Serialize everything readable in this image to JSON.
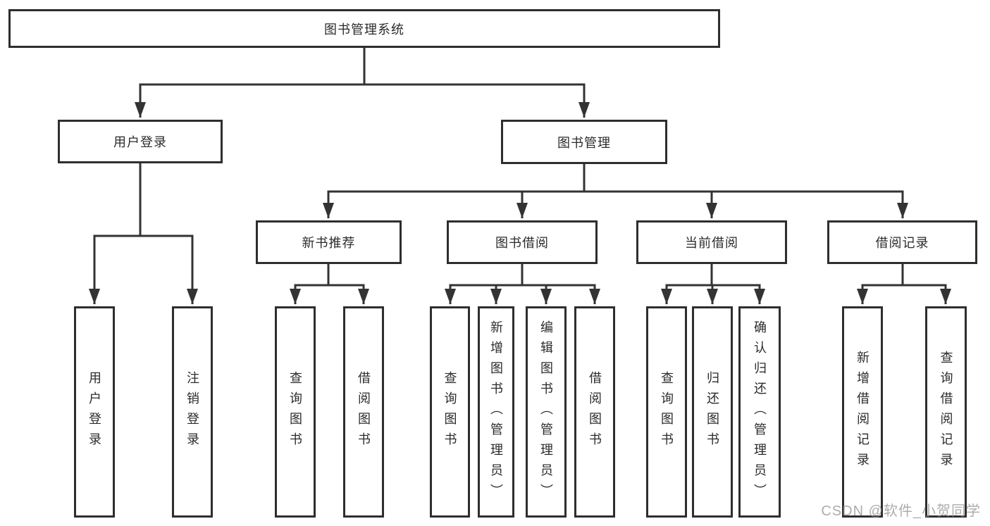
{
  "diagram_type": "hierarchy-tree",
  "tree": {
    "label": "图书管理系统",
    "children": [
      {
        "label": "用户登录",
        "children": [
          {
            "label": "用户登录"
          },
          {
            "label": "注销登录"
          }
        ]
      },
      {
        "label": "图书管理",
        "children": [
          {
            "label": "新书推荐",
            "children": [
              {
                "label": "查询图书"
              },
              {
                "label": "借阅图书"
              }
            ]
          },
          {
            "label": "图书借阅",
            "children": [
              {
                "label": "查询图书"
              },
              {
                "label": "新增图书（管理员）"
              },
              {
                "label": "编辑图书（管理员）"
              },
              {
                "label": "借阅图书"
              }
            ]
          },
          {
            "label": "当前借阅",
            "children": [
              {
                "label": "查询图书"
              },
              {
                "label": "归还图书"
              },
              {
                "label": "确认归还（管理员）"
              }
            ]
          },
          {
            "label": "借阅记录",
            "children": [
              {
                "label": "新增借阅记录"
              },
              {
                "label": "查询借阅记录"
              }
            ]
          }
        ]
      }
    ]
  },
  "watermark": {
    "text": "CSDN @软件_小贺同学"
  },
  "colors": {
    "line": "#333333",
    "box_border": "#2e2e2e",
    "text": "#2b2b2b",
    "background": "#ffffff",
    "watermark": "#8c8c8c"
  }
}
